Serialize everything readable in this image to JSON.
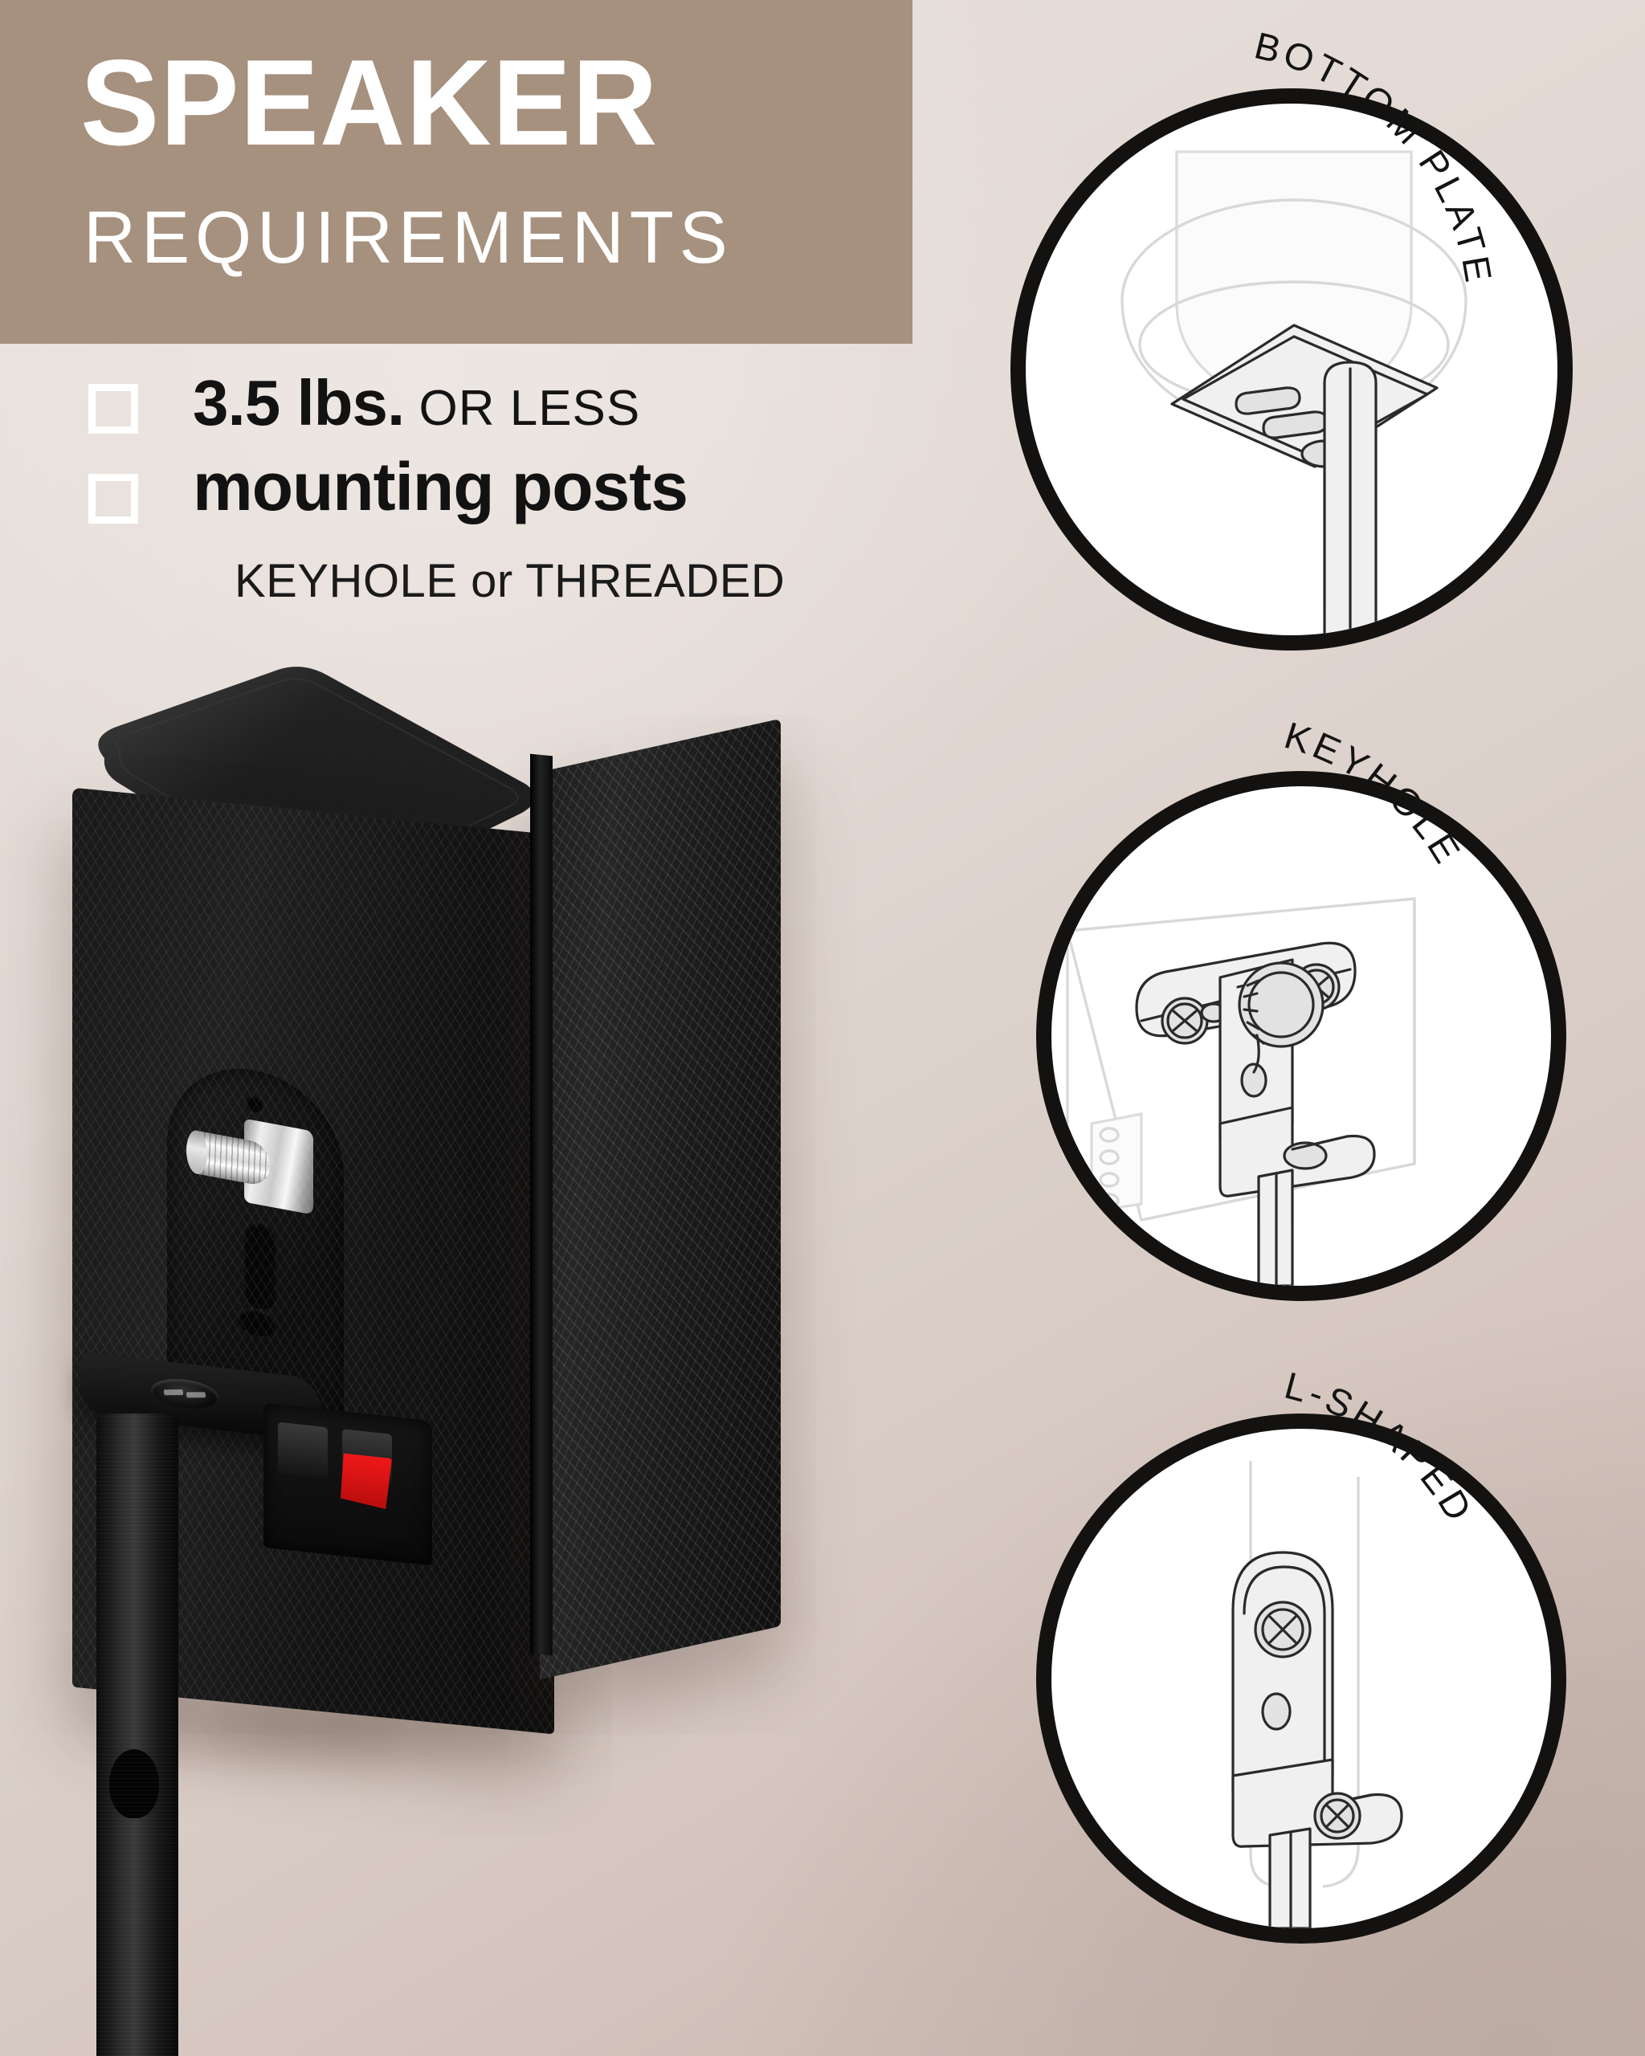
{
  "banner": {
    "title": "SPEAKER",
    "subtitle": "REQUIREMENTS",
    "bg_color": "#A6907E",
    "text_color": "#FFFFFF"
  },
  "background": {
    "light": "#E9E2DD",
    "dark": "#C4B3AB"
  },
  "checklist": [
    {
      "id": "weight",
      "primary": "3.5 lbs.",
      "secondary": "OR LESS",
      "checked": false
    },
    {
      "id": "mounting-posts",
      "primary": "mounting posts",
      "secondary": "",
      "checked": false
    }
  ],
  "checklist_note": "KEYHOLE or THREADED",
  "diagrams": [
    {
      "id": "bottom-plate",
      "label": "BOTTOM PLATE",
      "description": "Speaker bottom with rectangular mounting plate and keyhole slots on a stand post"
    },
    {
      "id": "keyhole",
      "label": "KEYHOLE",
      "description": "Keyhole bracket with two screws and a thumb knob mounted on an L-bracket atop a post"
    },
    {
      "id": "l-shaped",
      "label": "L-SHAPED",
      "description": "L-shaped angle bracket with screw holes fixed to the top of a stand post"
    }
  ],
  "product_photo": {
    "subject": "black bookshelf speaker mounted on a floor stand",
    "accent_terminal_color": "#E01414",
    "body_color": "#141414",
    "post_color": "#D8D8D8",
    "parts": [
      "glossy-top-panel",
      "mesh-grille",
      "threaded-mounting-post",
      "bracket-plate",
      "speaker-wire-terminals",
      "stand-pole",
      "cable-management-hole"
    ]
  },
  "colors": {
    "circle_outline": "#141210",
    "circle_fill": "#FFFFFF",
    "text_dark": "#121212"
  }
}
